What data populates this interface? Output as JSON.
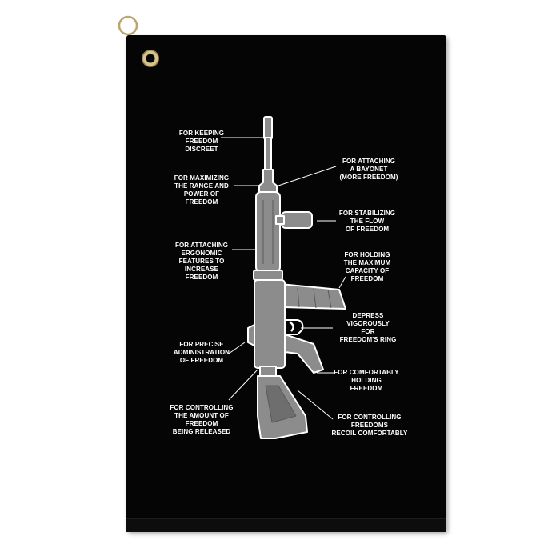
{
  "callouts": {
    "keeping_freedom": "FOR KEEPING\nFREEDOM\nDISCREET",
    "maximizing_range": "FOR MAXIMIZING\nTHE RANGE AND\nPOWER OF\nFREEDOM",
    "ergonomic_features": "FOR ATTACHING\nERGONOMIC\nFEATURES TO\nINCREASE\nFREEDOM",
    "precise_administration": "FOR PRECISE\nADMINISTRATION\nOF FREEDOM",
    "controlling_amount": "FOR CONTROLLING\nTHE AMOUNT OF\nFREEDOM\nBEING RELEASED",
    "attaching_bayonet": "FOR ATTACHING\nA BAYONET\n(MORE FREEDOM)",
    "stabilizing_flow": "FOR STABILIZING\nTHE FLOW\nOF FREEDOM",
    "holding_capacity": "FOR HOLDING\nTHE MAXIMUM\nCAPACITY OF\nFREEDOM",
    "depress_vigorously": "DEPRESS\nVIGOROUSLY\nFOR\nFREEDOM'S RING",
    "comfortably_holding": "FOR COMFORTABLY\nHOLDING\nFREEDOM",
    "controlling_recoil": "FOR CONTROLLING\nFREEDOMS\nRECOIL COMFORTABLY"
  },
  "colors": {
    "towel": "#050505",
    "rifle_fill": "#8c8c8c",
    "rifle_outline": "#ffffff",
    "text": "#ffffff",
    "grommet": "#d8c48a"
  }
}
